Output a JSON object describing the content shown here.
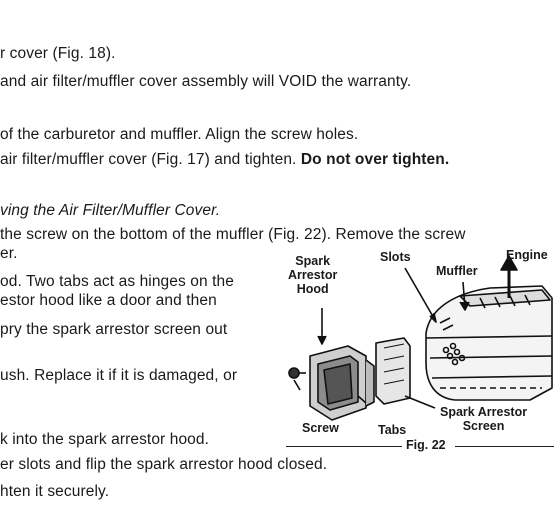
{
  "lines": [
    {
      "text": "r cover (Fig. 18)."
    },
    {
      "text": "and air filter/muffler cover assembly will VOID the warranty."
    },
    {
      "text": "of the carburetor and muffler. Align the screw holes."
    },
    {
      "pre": "air filter/muffler cover (Fig. 17) and tighten. ",
      "bold": "Do not over tighten."
    },
    {
      "text": "ving the Air Filter/Muffler Cover."
    },
    {
      "text": "the screw on the bottom of the muffler (Fig. 22). Remove the screw"
    },
    {
      "text": "er."
    },
    {
      "text": "od. Two tabs act as hinges on the"
    },
    {
      "text": "estor hood like a door and then"
    },
    {
      "text": "pry the spark arrestor screen out"
    },
    {
      "text": "ush. Replace it if it is damaged, or"
    },
    {
      "text": "k into the spark arrestor hood."
    },
    {
      "text": "er slots and flip the spark arrestor hood closed."
    },
    {
      "text": "hten it securely."
    }
  ],
  "figure": {
    "labels": {
      "spark_arrestor_hood": "Spark\nArrestor\nHood",
      "slots": "Slots",
      "muffler": "Muffler",
      "engine": "Engine",
      "screw": "Screw",
      "tabs": "Tabs",
      "spark_arrestor_screen": "Spark Arrestor\nScreen"
    },
    "caption": "Fig. 22"
  }
}
